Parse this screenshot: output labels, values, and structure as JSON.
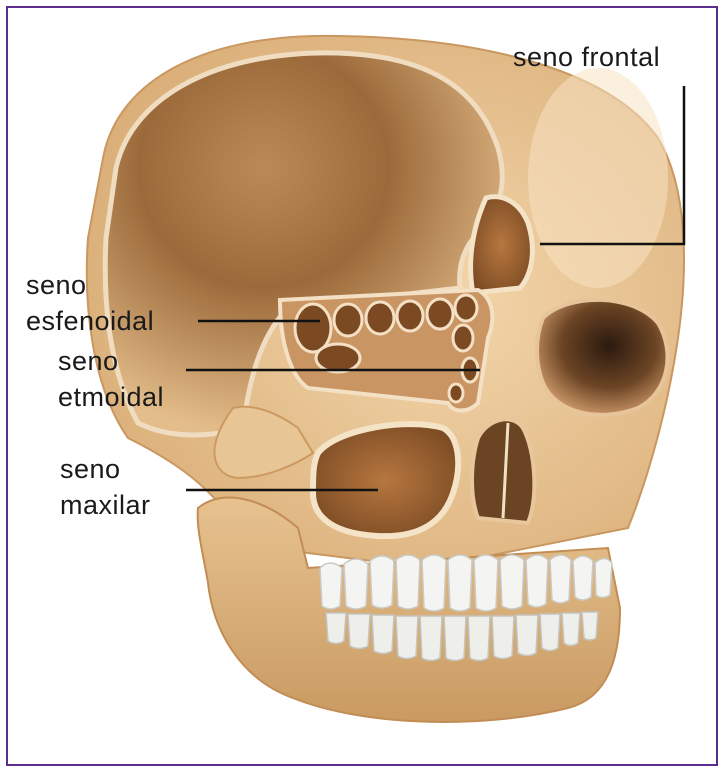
{
  "labels": {
    "frontal": "seno frontal",
    "sphenoid_line1": "seno",
    "sphenoid_line2": "esfenoidal",
    "ethmoid_line1": "seno",
    "ethmoid_line2": "etmoidal",
    "maxillary_line1": "seno",
    "maxillary_line2": "maxilar"
  },
  "colors": {
    "frame": "#5b2d8e",
    "bone": "#e6c08f",
    "bone_dark": "#8b5a2b",
    "cavity": "#6b3e1c",
    "teeth": "#f2f2f0",
    "leader": "#111111"
  }
}
